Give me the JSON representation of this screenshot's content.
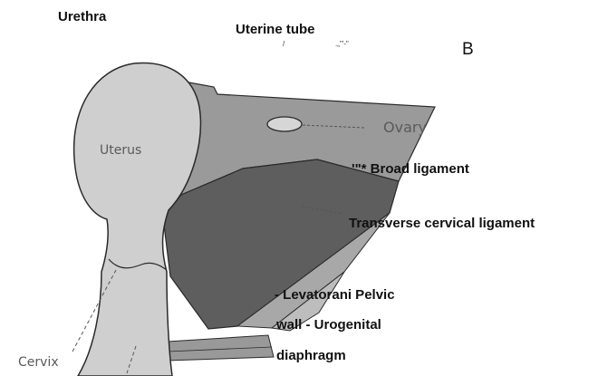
{
  "labels": {
    "urethra": "Urethra",
    "uterine_tube": "Uterine tube",
    "mark_slash": "/",
    "mark_quotes": ".„'\"-\"",
    "panel": "B",
    "ovary": "Ovary",
    "uterus": "Uterus",
    "broad_ligament": "'\"* Broad ligament",
    "transverse_ligament": "Transverse cervical ligament",
    "levator_line": "- Levatorani Pelvic",
    "wall_line": "wall - Urogenital",
    "diaphragm_line": "diaphragm",
    "cervix": "Cervix"
  },
  "colors": {
    "uterus_fill": "#cfcfcf",
    "broad_ligament_fill": "#9a9a9a",
    "cervical_ligament_fill": "#5e5e5e",
    "levator_fill": "#a8a8a8",
    "outline": "#2a2a2a"
  }
}
